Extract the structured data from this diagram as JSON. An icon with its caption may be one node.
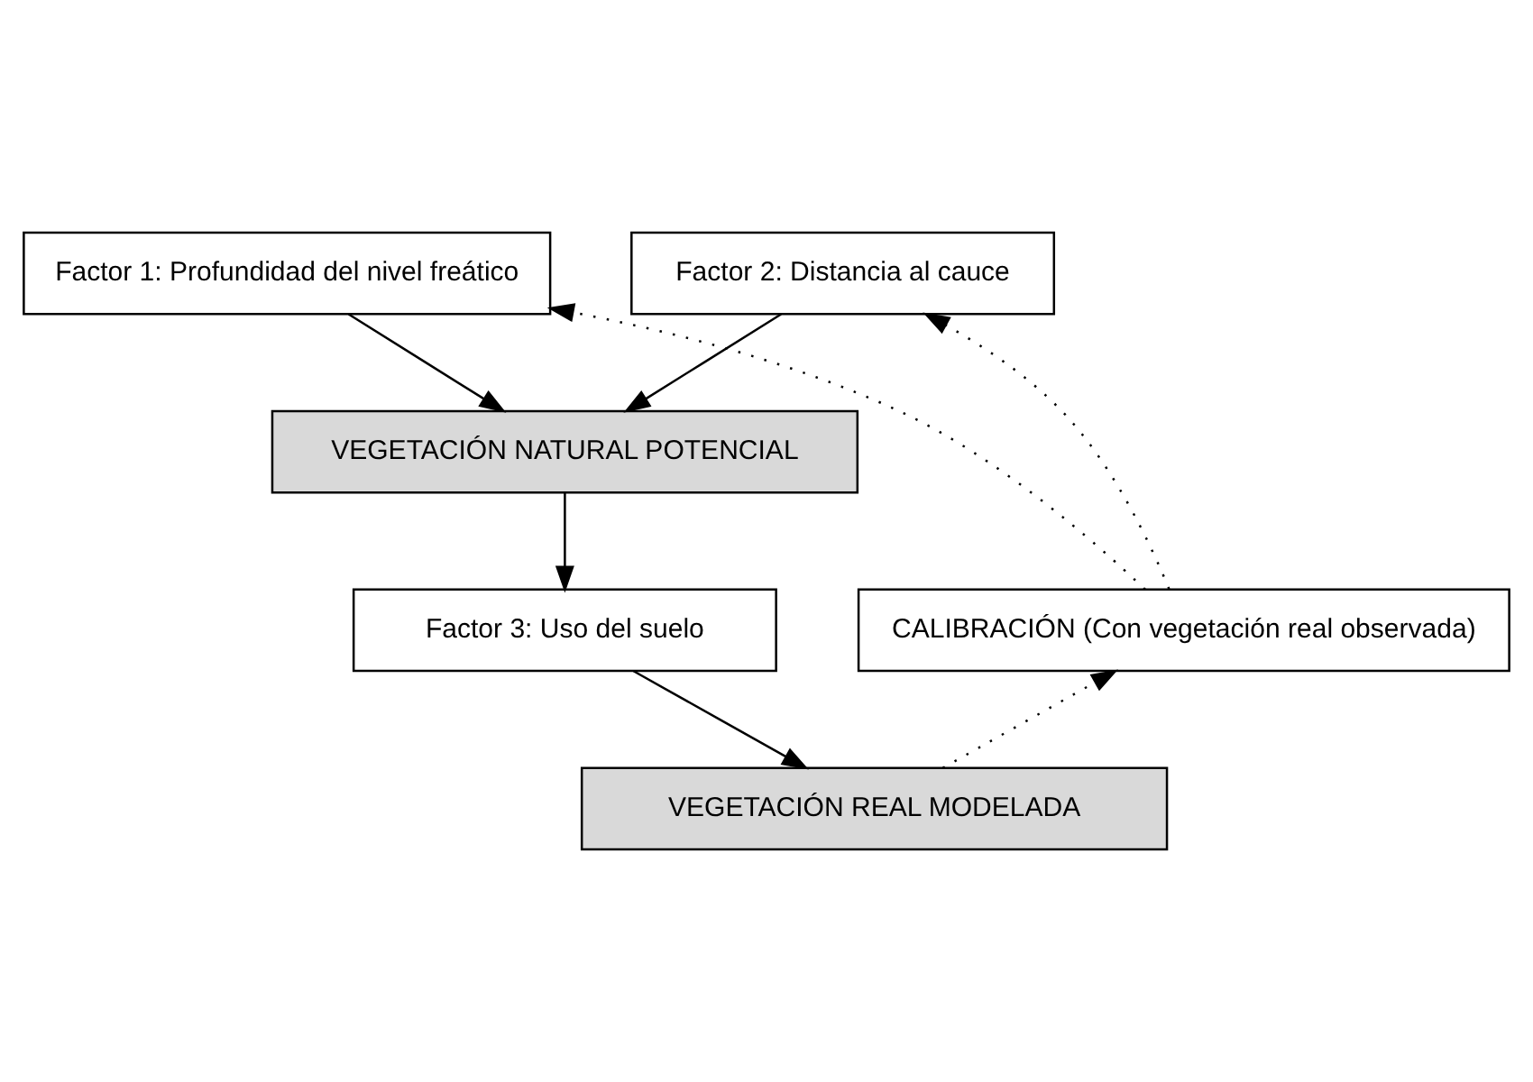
{
  "diagram": {
    "nodes": [
      {
        "text": [
          "Factor 1: Profundidad del nivel freático"
        ]
      },
      {
        "text": [
          "Factor 2: Distancia al cauce"
        ]
      },
      {
        "text": [
          "VEGETACIÓN NATURAL POTENCIAL"
        ]
      },
      {
        "text": [
          "Factor 3: Uso del suelo"
        ]
      },
      {
        "text": [
          "VEGETACIÓN REAL MODELADA"
        ]
      },
      {
        "text": [
          "CALIBRACIÓN (Con vegetación real observada)"
        ]
      }
    ],
    "edges": [
      {
        "from": 0,
        "to": 2,
        "arrow": "to"
      },
      {
        "from": 1,
        "to": 2,
        "arrow": "to"
      },
      {
        "from": 2,
        "to": 3,
        "arrow": "to"
      },
      {
        "from": 3,
        "to": 4,
        "arrow": "to"
      },
      {
        "from": 4,
        "to": 5,
        "arrow": "to",
        "style": "dashed"
      },
      {
        "from": 5,
        "to": 0,
        "arrow": "to",
        "style": "dashed"
      },
      {
        "from": 5,
        "to": 1,
        "arrow": "to",
        "style": "dashed"
      }
    ]
  }
}
